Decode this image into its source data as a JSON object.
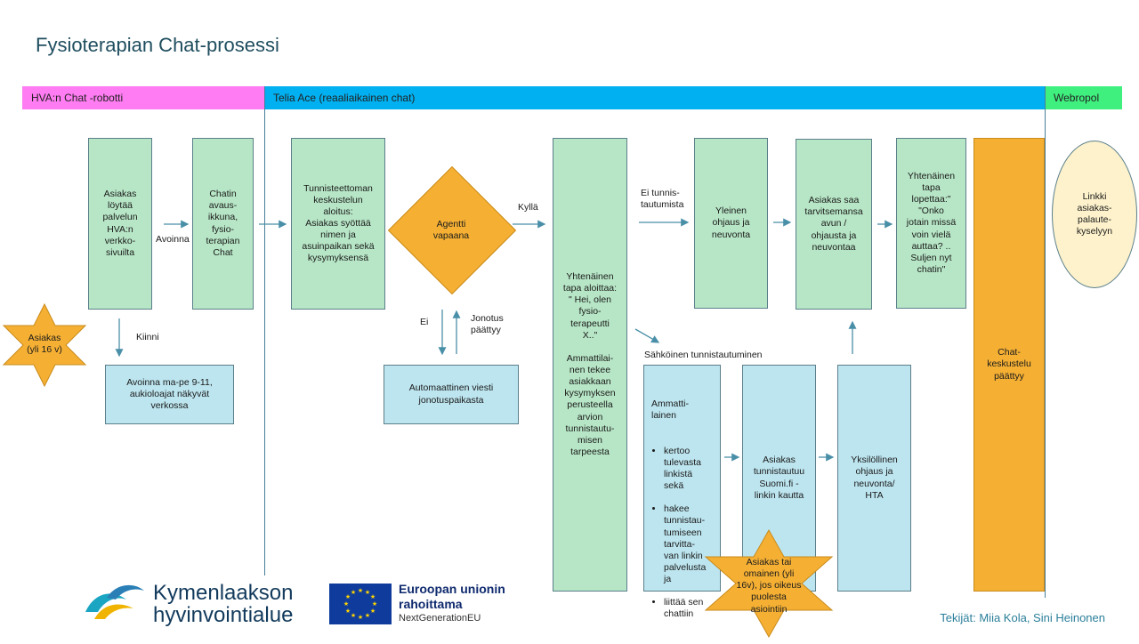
{
  "title": "Fysioterapian Chat-prosessi",
  "bands": {
    "hva": "HVA:n Chat -robotti",
    "telia": "Telia Ace (reaaliaikainen chat)",
    "webropol": "Webropol"
  },
  "colors": {
    "hva_band": "#ff7cf2",
    "telia_band": "#00b0f0",
    "webropol_band": "#3ff07f",
    "green_box": "#b7e6c6",
    "blue_box": "#bde5ef",
    "orange": "#f5b034",
    "cream": "#fdf2cc"
  },
  "nodes": {
    "asiakas_loytaa": "Asiakas\nlöytää\npalvelun\nHVA:n\nverkko-\nsivuilta",
    "chatin_avaus": "Chatin\navaus-\nikkuna,\nfysio-\nterapian\nChat",
    "tunnisteeton": "Tunnisteettoman\nkeskustelun\naloitus:\nAsiakas syöttää\nnimen ja\nasuinpaikan sekä\nkysymyksensä",
    "agentti_vapaana": "Agentti\nvapaana",
    "yhtenainen_aloittaa": "Yhtenäinen\ntapa aloittaa:\n\" Hei, olen\nfysio-\nterapeutti\nX..\"\n\nAmmattilai-\nnen tekee\nasiakkaan\nkysymyksen\nperusteella\narvion\ntunnistautu-\nmisen\ntarpeesta",
    "yleinen_ohjaus": "Yleinen\nohjaus ja\nneuvonta",
    "asiakas_saa": "Asiakas saa\ntarvitsemansa\navun /\nohjausta ja\nneuvontaa",
    "yhtenainen_lopettaa": "Yhtenäinen\ntapa\nlopettaa:\"\n\"Onko\njotain missä\nvoin vielä\nauttaa? ..\nSuljen nyt\nchatin\"",
    "chat_paattyy": "Chat-\nkeskustelu\npäättyy",
    "linkki": "Linkki\nasiakas-\npalaute-\nkyselyyn",
    "asiakas_star": "Asiakas\n(yli 16 v)",
    "avoinna_info": "Avoinna ma-pe 9-11,\naukioloajat näkyvät\nverkossa",
    "automaattinen": "Automaattinen viesti\njonotuspaikasta",
    "ammattilainen_title": "Ammatti-\nlainen",
    "ammattilainen_items": [
      "kertoo\ntulevasta\nlinkistä\nsekä",
      "hakee\ntunnistau-\ntumiseen\ntarvitta-\nvan linkin\npalvelusta\nja",
      "liittää sen\nchattiin"
    ],
    "tunnistautuu": "Asiakas\ntunnistautuu\nSuomi.fi -\nlinkin kautta",
    "yksilollinen": "Yksilöllinen\nohjaus ja\nneuvonta/\nHTA",
    "star_oikeus": "Asiakas tai\nomainen (yli\n16v), jos oikeus\npuolesta\nasiointiin"
  },
  "edge_labels": {
    "avoinna": "Avoinna",
    "kiinni": "Kiinni",
    "kylla": "Kyllä",
    "ei": "Ei",
    "jonotus": "Jonotus\npäättyy",
    "ei_tunnistautumista": "Ei tunnis-\ntautumista",
    "sahkoinen": "Sähköinen tunnistautuminen"
  },
  "logos": {
    "kymenlaakso_line1": "Kymenlaakson",
    "kymenlaakso_line2": "hyvinvointialue",
    "eu_line1": "Euroopan unionin",
    "eu_line2": "rahoittama",
    "eu_line3": "NextGenerationEU"
  },
  "footer": "Tekijät: Miia Kola, Sini Heinonen"
}
